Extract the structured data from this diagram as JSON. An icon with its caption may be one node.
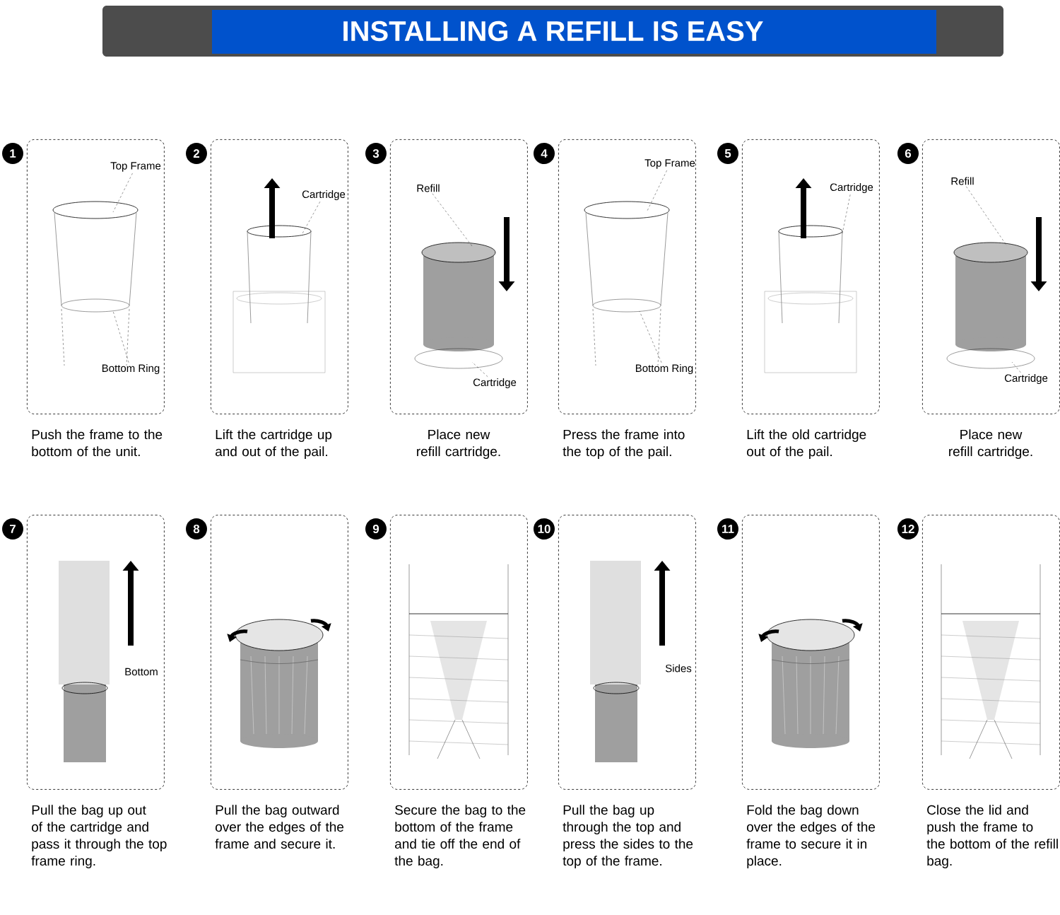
{
  "diagram": {
    "title": "INSTALLING A REFILL IS EASY",
    "nodes": [
      {
        "text": [
          "1",
          "Push the frame to the bottom of the unit."
        ]
      },
      {
        "text": [
          "2",
          "Lift the cartridge up and out of the pail."
        ]
      },
      {
        "text": [
          "3",
          "Place new refill cartridge."
        ]
      },
      {
        "text": [
          "4",
          "Press the frame into the top of the pail."
        ]
      },
      {
        "text": [
          "5",
          "Lift the old cartridge out of the pail."
        ]
      },
      {
        "text": [
          "6",
          "Place new refill cartridge."
        ]
      },
      {
        "text": [
          "7",
          "Pull the bag up out of the cartridge and pass it through the top frame ring."
        ]
      },
      {
        "text": [
          "8",
          "Pull the bag outward over the edges of the frame and secure it."
        ]
      },
      {
        "text": [
          "9",
          "Secure the bag to the bottom of the frame and tie off the end of the bag."
        ]
      },
      {
        "text": [
          "10",
          "Pull the bag up through the top and press the sides to the top of the frame."
        ]
      },
      {
        "text": [
          "11",
          "Fold the bag down over the edges of the frame to secure it in place."
        ]
      },
      {
        "text": [
          "12",
          "Close the lid and push the frame to the bottom of the refill bag."
        ]
      },
      {
        "text": [
          "Top Frame"
        ],
        "in": 0
      },
      {
        "text": [
          "Bottom Ring"
        ],
        "in": 0
      },
      {
        "text": [
          "Cartridge"
        ],
        "in": 1
      },
      {
        "text": [
          "Refill"
        ],
        "in": 2
      },
      {
        "text": [
          "Cartridge"
        ],
        "in": 2
      },
      {
        "text": [
          "Top Frame"
        ],
        "in": 3
      },
      {
        "text": [
          "Bottom Ring"
        ],
        "in": 3
      },
      {
        "text": [
          "Cartridge"
        ],
        "in": 4
      },
      {
        "text": [
          "Refill"
        ],
        "in": 5
      },
      {
        "text": [
          "Cartridge"
        ],
        "in": 5
      },
      {
        "text": [],
        "shape": "picture",
        "in": 0
      },
      {
        "text": [],
        "shape": "picture",
        "in": 1
      },
      {
        "text": [],
        "shape": "picture",
        "in": 2
      },
      {
        "text": [],
        "shape": "picture",
        "in": 3
      },
      {
        "text": [],
        "shape": "picture",
        "in": 4
      },
      {
        "text": [],
        "shape": "picture",
        "in": 5
      },
      {
        "text": [],
        "shape": "picture",
        "in": 6
      },
      {
        "text": [],
        "shape": "picture",
        "in": 7
      },
      {
        "text": [],
        "shape": "picture",
        "in": 8
      },
      {
        "text": [],
        "shape": "picture",
        "in": 9
      },
      {
        "text": [],
        "shape": "picture",
        "in": 10
      },
      {
        "text": [],
        "shape": "picture",
        "in": 11
      }
    ],
    "edges": [
      {
        "from": 12,
        "to": 22,
        "arrow": "none"
      },
      {
        "from": 13,
        "to": 22,
        "arrow": "none"
      },
      {
        "from": 14,
        "to": 23,
        "arrow": "none"
      },
      {
        "from": 15,
        "to": 24,
        "arrow": "none"
      },
      {
        "from": 16,
        "to": 24,
        "arrow": "none"
      },
      {
        "from": 17,
        "to": 25,
        "arrow": "none"
      },
      {
        "from": 18,
        "to": 25,
        "arrow": "none"
      },
      {
        "from": 19,
        "to": 26,
        "arrow": "none"
      },
      {
        "from": 20,
        "to": 27,
        "arrow": "none"
      },
      {
        "from": 21,
        "to": 27,
        "arrow": "none"
      }
    ],
    "labels": [
      "Bottom",
      "Sides"
    ]
  }
}
